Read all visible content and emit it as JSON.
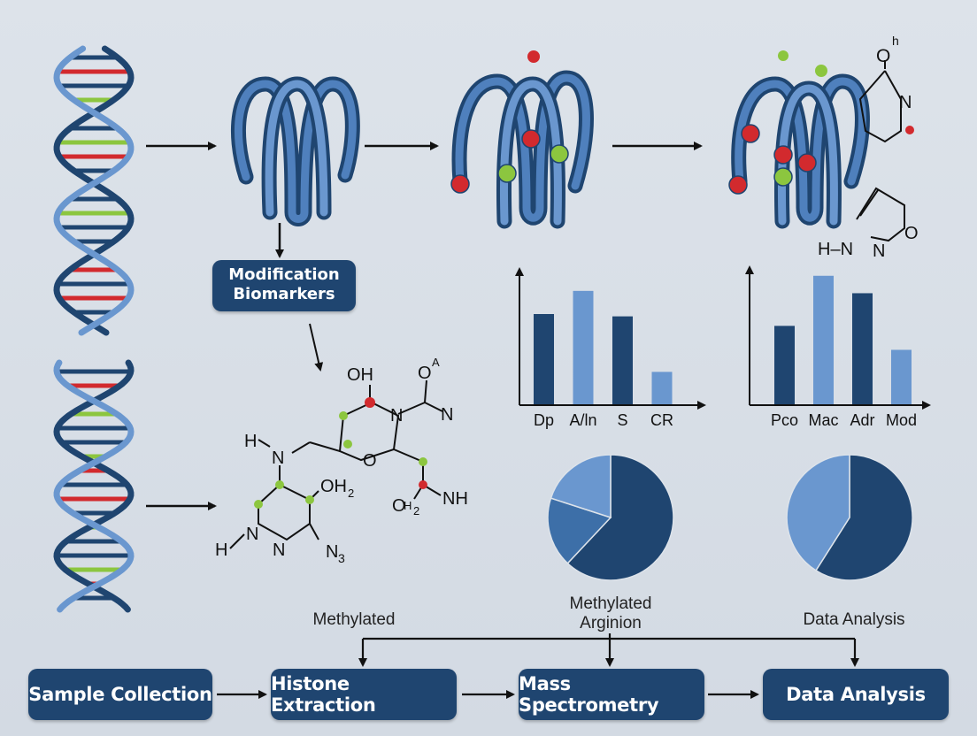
{
  "modification_box": {
    "line1": "Modification",
    "line2": "Biomarkers"
  },
  "workflow": {
    "steps": [
      "Sample Collection",
      "Histone Extraction",
      "Mass Spectrometry",
      "Data Analysis"
    ],
    "labels": [
      "Methylated",
      "Methylated Argin ion",
      "Data Analysis"
    ]
  },
  "label_lines": {
    "mid_line1": "Methylated",
    "mid_line2": "Arginion"
  },
  "molecules": {
    "small_ring": {
      "o_top": "O",
      "h_sup": "h",
      "n": "N"
    },
    "triazine": {
      "h_n": "H–N",
      "n": "N",
      "o": "O"
    },
    "main": {
      "oh": "OH",
      "n_ring": "N",
      "o_sup": "O",
      "a_sup": "A",
      "n_amide": "N",
      "h": "H",
      "n_chain": "N",
      "o_ring": "O",
      "oh2_1": "OH",
      "oh2_2": "OH",
      "sub2": "2",
      "o_low": "O",
      "h_low": "H",
      "nh": "NH",
      "h_n_bottom": "H",
      "n_bottom1": "N",
      "n_bottom2": "N",
      "n3": "N",
      "sub3": "3"
    }
  },
  "colors": {
    "navy": "#1f4570",
    "mid_blue": "#3d6fa8",
    "light_blue": "#6a97cf",
    "red": "#d22a2e",
    "green": "#8cc63f"
  },
  "chart_data": [
    {
      "type": "bar",
      "categories": [
        "Dp",
        "A/ln",
        "S",
        "CR"
      ],
      "values": [
        78,
        98,
        76,
        28
      ],
      "ylim": [
        0,
        130
      ],
      "colors": [
        "#1f4570",
        "#6a97cf",
        "#1f4570",
        "#6a97cf"
      ]
    },
    {
      "type": "bar",
      "categories": [
        "Pco",
        "Mac",
        "Adr",
        "Mod"
      ],
      "values": [
        72,
        118,
        102,
        50
      ],
      "ylim": [
        0,
        130
      ],
      "colors": [
        "#1f4570",
        "#6a97cf",
        "#1f4570",
        "#6a97cf"
      ]
    },
    {
      "type": "pie",
      "values": [
        62,
        18,
        20
      ],
      "colors": [
        "#1f4570",
        "#3d6fa8",
        "#6a97cf"
      ]
    },
    {
      "type": "pie",
      "values": [
        59,
        41
      ],
      "colors": [
        "#1f4570",
        "#6a97cf"
      ]
    }
  ]
}
